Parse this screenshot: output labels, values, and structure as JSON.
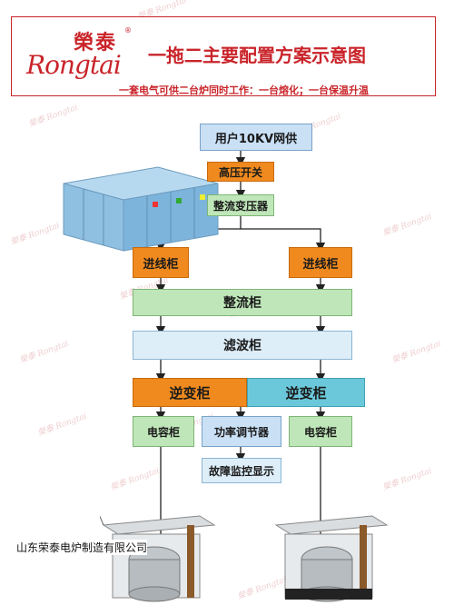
{
  "header": {
    "logo_cn": "榮泰",
    "logo_en": "Rongtai",
    "logo_reg": "®",
    "title": "一拖二主要配置方案示意图",
    "subtitle": "一套电气可供二台炉同时工作：一台熔化；一台保温升温"
  },
  "diagram": {
    "grid_supply": "用户10KV网供",
    "hv_switch": "高压开关",
    "rect_transformer": "整流变压器",
    "incoming_left": "进线柜",
    "incoming_right": "进线柜",
    "rectifier": "整流柜",
    "filter": "滤波柜",
    "inverter_left": "逆变柜",
    "inverter_right": "逆变柜",
    "capacitor_left": "电容柜",
    "power_regulator": "功率调节器",
    "capacitor_right": "电容柜",
    "fault_monitor": "故障监控显示"
  },
  "footer": {
    "company": "山东荣泰电炉制造有限公司"
  },
  "colors": {
    "brand_red": "#c9242a",
    "orange": "#f08a1e",
    "green": "#bfe6b8",
    "blue": "#c9e0f5",
    "cyan": "#6bc8da"
  }
}
